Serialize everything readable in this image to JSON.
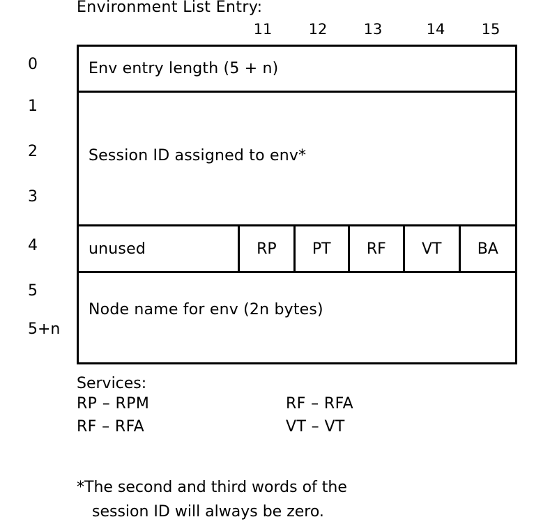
{
  "title": "Environment List Entry:",
  "column_numbers": [
    "11",
    "12",
    "13",
    "14",
    "15"
  ],
  "row_labels": [
    "0",
    "1",
    "2",
    "3",
    "4",
    "5",
    "5+n"
  ],
  "structure": {
    "length_field": "Env entry length (5 + n)",
    "session_id_field": "Session ID assigned to env*",
    "flags_row": {
      "unused_label": "unused",
      "flags": [
        "RP",
        "PT",
        "RF",
        "VT",
        "BA"
      ]
    },
    "node_name_field": "Node name for env (2n bytes)"
  },
  "legend": {
    "heading": "Services:",
    "rows": [
      {
        "left": "RP – RPM",
        "right": "RF – RFA"
      },
      {
        "left": "RF – RFA",
        "right": "VT – VT"
      }
    ]
  },
  "footnote": {
    "line1": "*The second and third words of the",
    "line2": "session ID will always be zero."
  },
  "colors": {
    "background": "#ffffff",
    "ink": "#000000"
  }
}
